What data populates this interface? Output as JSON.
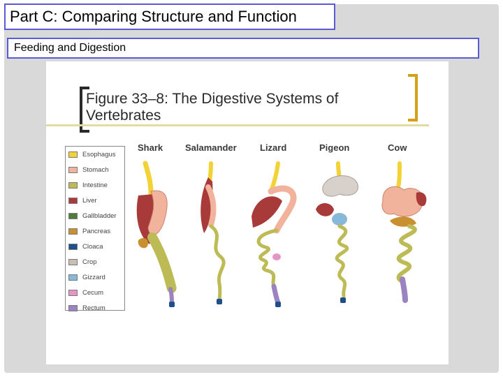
{
  "slide": {
    "title": "Part C:  Comparing Structure and Function",
    "subtitle": "Feeding and Digestion"
  },
  "figure": {
    "title_line1": "Figure 33–8: The Digestive Systems of",
    "title_line2": "Vertebrates",
    "animals": [
      "Shark",
      "Salamander",
      "Lizard",
      "Pigeon",
      "Cow"
    ],
    "legend": [
      {
        "label": "Esophagus",
        "color": "#f2d235"
      },
      {
        "label": "Stomach",
        "color": "#f2b39c"
      },
      {
        "label": "Intestine",
        "color": "#bdbb55"
      },
      {
        "label": "Liver",
        "color": "#a83a3a"
      },
      {
        "label": "Gallbladder",
        "color": "#4f7b3a"
      },
      {
        "label": "Pancreas",
        "color": "#c8902e"
      },
      {
        "label": "Cloaca",
        "color": "#1f4f8a"
      },
      {
        "label": "Crop",
        "color": "#c9bfb5"
      },
      {
        "label": "Gizzard",
        "color": "#89b9d8"
      },
      {
        "label": "Cecum",
        "color": "#e596c6"
      },
      {
        "label": "Rectum",
        "color": "#9b83c2"
      }
    ]
  }
}
